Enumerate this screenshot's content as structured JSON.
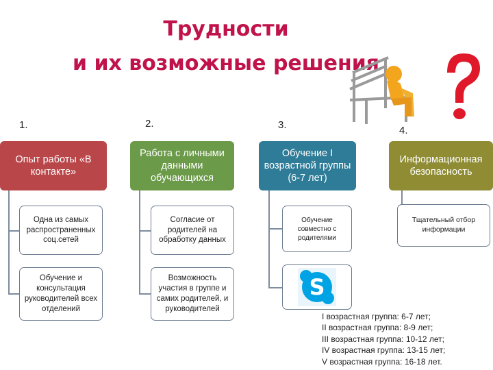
{
  "title": {
    "line1": "Трудности",
    "line2": "и их возможные решения"
  },
  "columns": [
    {
      "number": "1.",
      "heading": "Опыт работы «В контакте»",
      "color": "#b9474a",
      "items": [
        "Одна из самых распространенных соц.сетей",
        "Обучение и консультация руководителей всех отделений"
      ]
    },
    {
      "number": "2.",
      "heading": "Работа с личными данными обучающихся",
      "color": "#6b9a49",
      "items": [
        "Согласие от родителей на обработку данных",
        "Возможность участия в группе и самих родителей, и руководителей"
      ]
    },
    {
      "number": "3.",
      "heading": "Обучение I возрастной группы (6-7 лет)",
      "color": "#2e7c97",
      "items": [
        "Обучение совместно с родителями",
        ""
      ],
      "logo_icon": "skype-logo-icon"
    },
    {
      "number": "4.",
      "heading": "Информационная безопасность",
      "color": "#8f8c34",
      "items": [
        "Тщательный отбор информации"
      ]
    }
  ],
  "illustration_icon": "thinking-figure-on-bench-with-question-mark-icon",
  "legend": [
    "I возрастная группа: 6-7 лет;",
    "II возрастная группа: 8-9 лет;",
    "III возрастная группа: 10-12 лет;",
    "IV возрастная группа: 13-15 лет;",
    "V возрастная группа: 16-18 лет."
  ]
}
